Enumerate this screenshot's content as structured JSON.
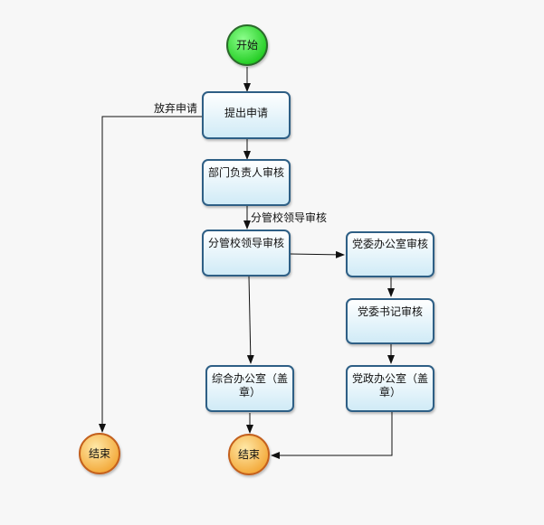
{
  "nodes": {
    "start": "开始",
    "submit": "提出申请",
    "dept_review": "部门负责人审核",
    "leader_review": "分管校领导审核",
    "party_office_review": "党委办公室审核",
    "party_secretary_review": "党委书记审核",
    "general_office_seal_line1": "综合办公室（盖",
    "general_office_seal_line2": "章）",
    "party_admin_office_seal_line1": "党政办公室（盖",
    "party_admin_office_seal_line2": "章）",
    "end_left": "结束",
    "end_middle": "结束"
  },
  "edges": {
    "abandon_label": "放弃申请",
    "to_leader_label": "分管校领导审核"
  },
  "colors": {
    "start_fill": "#33dd33",
    "end_fill": "#f5b640",
    "box_border": "#2d5f85",
    "arrow": "#111111"
  }
}
